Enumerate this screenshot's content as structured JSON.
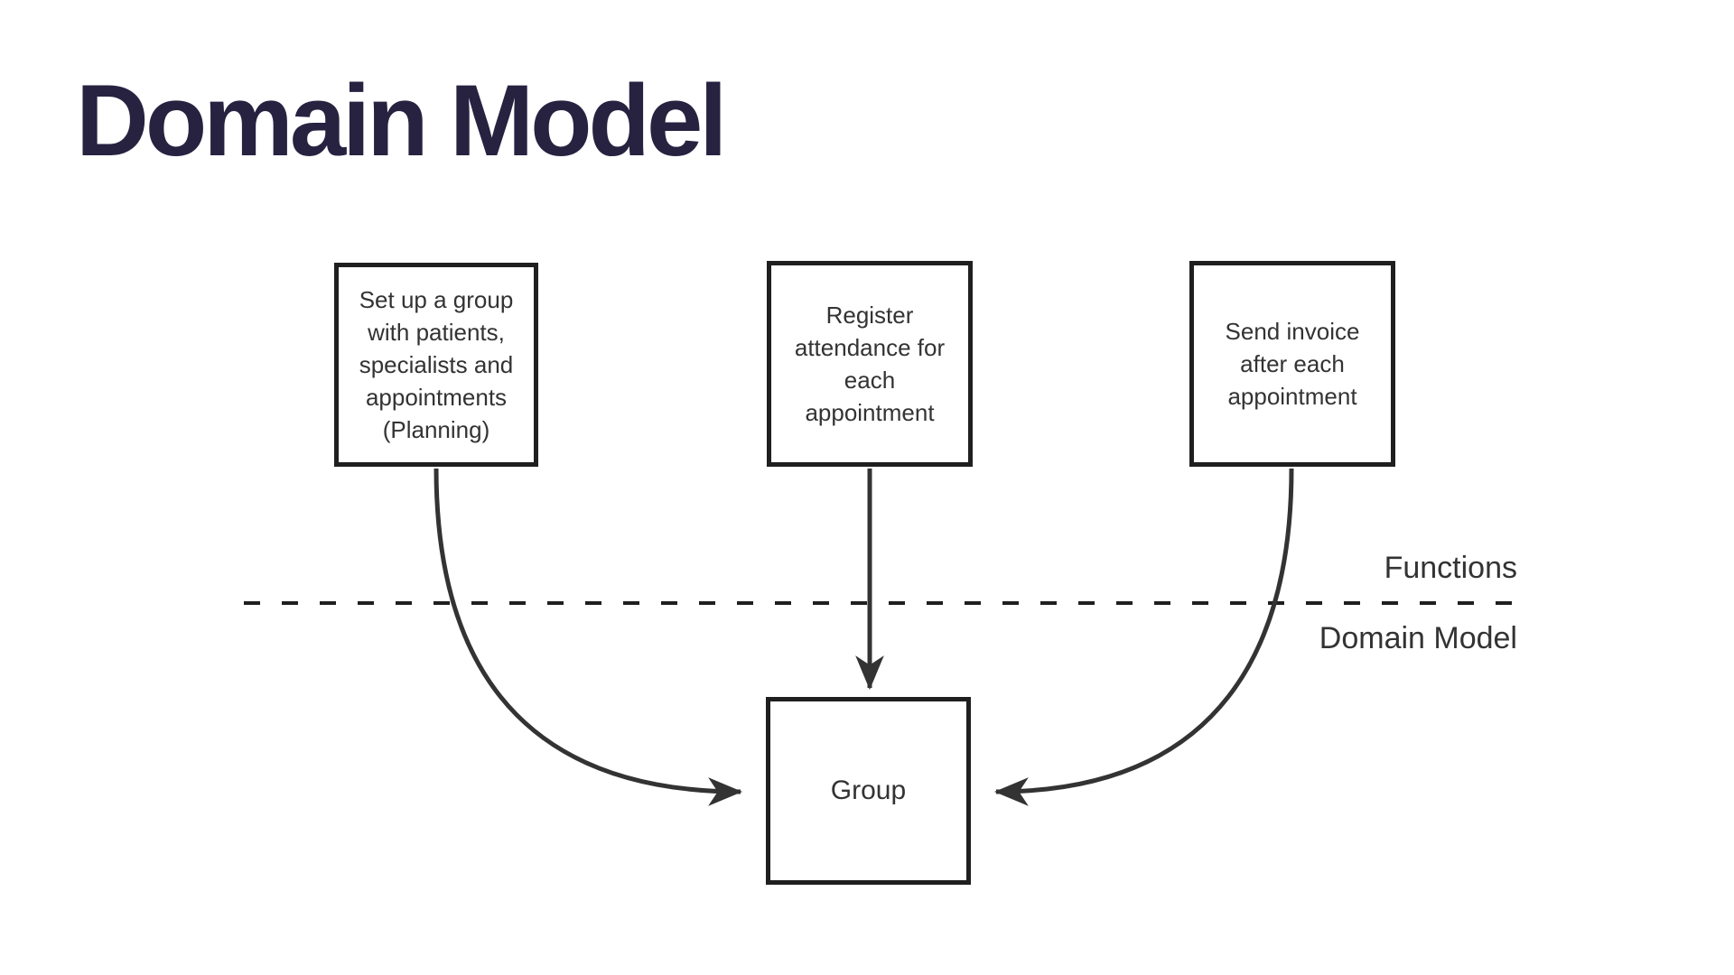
{
  "page": {
    "title": "Domain Model",
    "background": "#ffffff"
  },
  "diagram": {
    "function_boxes": [
      {
        "label": "Set up a group\nwith patients,\nspecialists and\nappointments\n(Planning)"
      },
      {
        "label": "Register\nattendance for\neach\nappointment"
      },
      {
        "label": "Send invoice\nafter each\nappointment"
      }
    ],
    "entity_box": {
      "label": "Group"
    },
    "divider": {
      "above_label": "Functions",
      "below_label": "Domain Model"
    },
    "colors": {
      "title_text": "#272240",
      "box_border": "#1f1f1f",
      "connector_stroke": "#333333",
      "body_text": "#333333"
    }
  }
}
